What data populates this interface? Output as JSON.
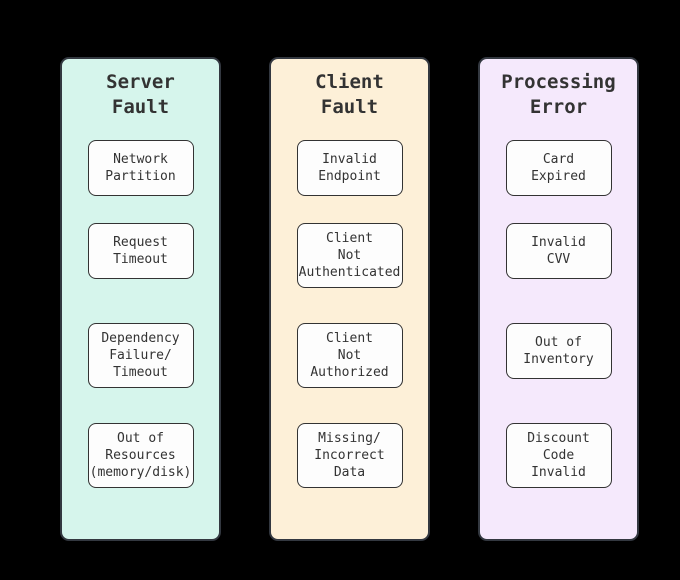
{
  "canvas": {
    "background": "#000000"
  },
  "diagram": {
    "node_fill": "#fdfdfd",
    "node_border": "#333333",
    "text_color": "#333333",
    "columns": [
      {
        "id": "server-fault",
        "title": "Server\nFault",
        "fill": "#d6f5ec",
        "border": "#333840",
        "boxes": [
          {
            "text": "Network\nPartition"
          },
          {
            "text": "Request\nTimeout"
          },
          {
            "text": "Dependency\nFailure/\nTimeout"
          },
          {
            "text": "Out of\nResources\n(memory/disk)"
          }
        ]
      },
      {
        "id": "client-fault",
        "title": "Client\nFault",
        "fill": "#fdf0d8",
        "border": "#333840",
        "boxes": [
          {
            "text": "Invalid\nEndpoint"
          },
          {
            "text": "Client\nNot\nAuthenticated"
          },
          {
            "text": "Client\nNot\nAuthorized"
          },
          {
            "text": "Missing/\nIncorrect\nData"
          }
        ]
      },
      {
        "id": "processing-error",
        "title": "Processing\nError",
        "fill": "#f5e9fc",
        "border": "#333840",
        "boxes": [
          {
            "text": "Card\nExpired"
          },
          {
            "text": "Invalid\nCVV"
          },
          {
            "text": "Out of\nInventory"
          },
          {
            "text": "Discount\nCode\nInvalid"
          }
        ]
      }
    ]
  }
}
